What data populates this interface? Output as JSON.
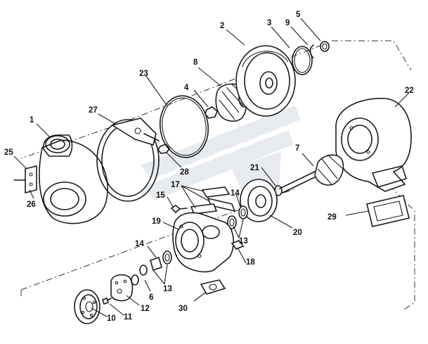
{
  "diagram": {
    "callouts": [
      {
        "id": "c1",
        "text": "1"
      },
      {
        "id": "c2",
        "text": "2"
      },
      {
        "id": "c3",
        "text": "3"
      },
      {
        "id": "c4",
        "text": "4"
      },
      {
        "id": "c5",
        "text": "5"
      },
      {
        "id": "c6",
        "text": "6"
      },
      {
        "id": "c7",
        "text": "7"
      },
      {
        "id": "c8",
        "text": "8"
      },
      {
        "id": "c9",
        "text": "9"
      },
      {
        "id": "c10",
        "text": "10"
      },
      {
        "id": "c11",
        "text": "11"
      },
      {
        "id": "c12",
        "text": "12"
      },
      {
        "id": "c13a",
        "text": "13"
      },
      {
        "id": "c13b",
        "text": "13"
      },
      {
        "id": "c14a",
        "text": "14"
      },
      {
        "id": "c14b",
        "text": "14"
      },
      {
        "id": "c15",
        "text": "15"
      },
      {
        "id": "c17",
        "text": "17"
      },
      {
        "id": "c18",
        "text": "18"
      },
      {
        "id": "c19",
        "text": "19"
      },
      {
        "id": "c20",
        "text": "20"
      },
      {
        "id": "c21",
        "text": "21"
      },
      {
        "id": "c22",
        "text": "22"
      },
      {
        "id": "c23",
        "text": "23"
      },
      {
        "id": "c25",
        "text": "25"
      },
      {
        "id": "c26",
        "text": "26"
      },
      {
        "id": "c27",
        "text": "27"
      },
      {
        "id": "c28",
        "text": "28"
      },
      {
        "id": "c29",
        "text": "29"
      },
      {
        "id": "c30",
        "text": "30"
      }
    ]
  }
}
